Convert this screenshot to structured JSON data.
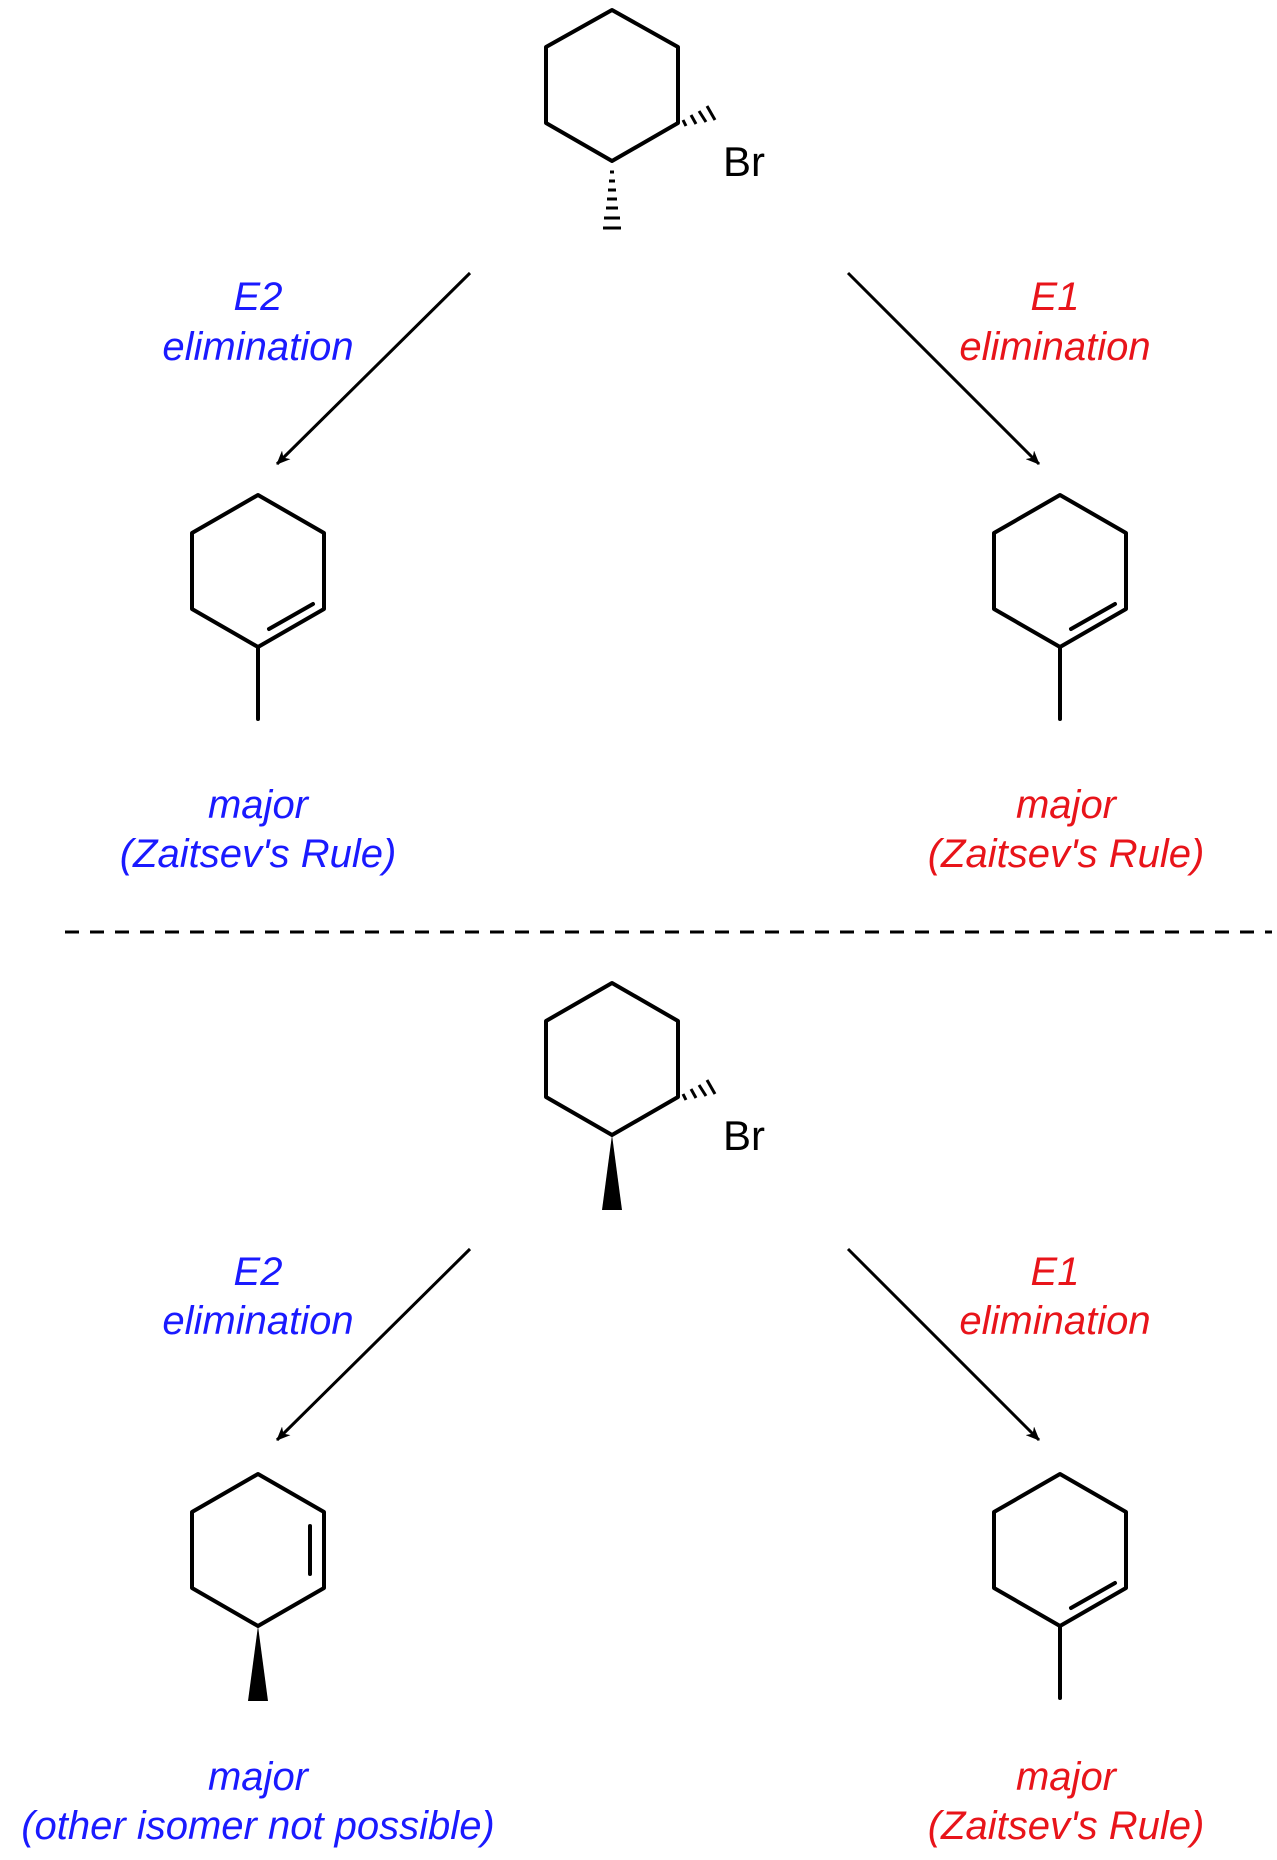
{
  "colors": {
    "e2": "#1a1aff",
    "e1": "#e8141a",
    "bond": "#000000"
  },
  "atoms": {
    "bromine": "Br"
  },
  "top": {
    "e2": {
      "title": "E2",
      "subtitle": "elimination",
      "product_line1": "major",
      "product_line2": "(Zaitsev's Rule)"
    },
    "e1": {
      "title": "E1",
      "subtitle": "elimination",
      "product_line1": "major",
      "product_line2": "(Zaitsev's Rule)"
    }
  },
  "bottom": {
    "e2": {
      "title": "E2",
      "subtitle": "elimination",
      "product_line1": "major",
      "product_line2": "(other isomer not possible)"
    },
    "e1": {
      "title": "E1",
      "subtitle": "elimination",
      "product_line1": "major",
      "product_line2": "(Zaitsev's Rule)"
    }
  }
}
